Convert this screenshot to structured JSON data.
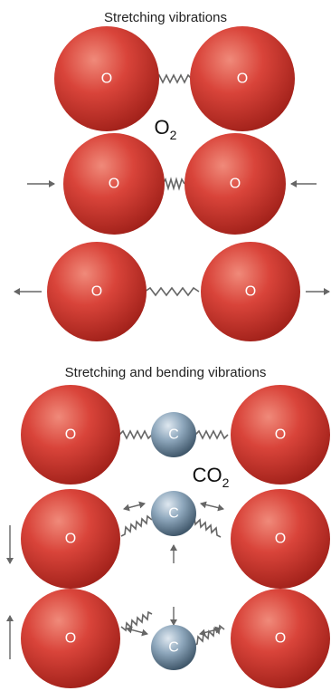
{
  "headings": {
    "top": "Stretching vibrations",
    "bottom": "Stretching and bending vibrations"
  },
  "molecules": {
    "o2_base": "O",
    "o2_sub": "2",
    "co2_base": "CO",
    "co2_sub": "2"
  },
  "atoms": {
    "oxygen": "O",
    "carbon": "C"
  },
  "colors": {
    "oxygen": "#d9443a",
    "carbon": "#6f8ba3",
    "spring": "#666666"
  }
}
